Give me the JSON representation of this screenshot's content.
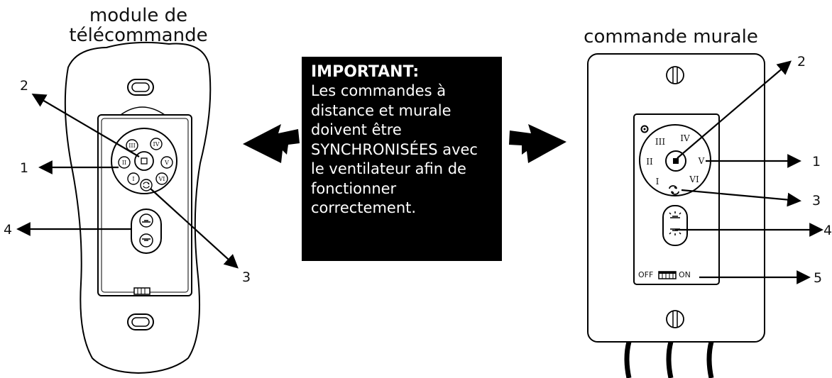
{
  "remote": {
    "title": "module de\ntélécommande",
    "speeds": [
      "I",
      "II",
      "III",
      "IV",
      "V",
      "VI"
    ]
  },
  "wall": {
    "title": "commande murale",
    "speeds": [
      "I",
      "II",
      "III",
      "IV",
      "V",
      "VI"
    ],
    "switch_off": "OFF",
    "switch_on": "ON"
  },
  "important": {
    "heading": "IMPORTANT:",
    "text": "Les commandes à distance et murale doivent être SYNCHRONISÉES avec le ventilateur afin de fonctionner correctement."
  },
  "callouts": {
    "remote": [
      "1",
      "2",
      "3",
      "4"
    ],
    "wall": [
      "1",
      "2",
      "3",
      "4",
      "5"
    ]
  }
}
